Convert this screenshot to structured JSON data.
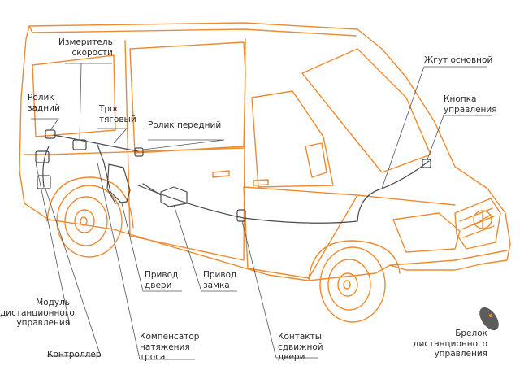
{
  "labels": {
    "speedometer": "Измеритель\nскорости",
    "rear_roller": "Ролик\nзадний",
    "traction_cable": "Трос\nтяговый",
    "front_roller": "Ролик передний",
    "main_harness": "Жгут основной",
    "control_button": "Кнопка\nуправления",
    "door_drive": "Привод\nдвери",
    "lock_drive": "Привод\nзамка",
    "remote_module": "Модуль\nдистанционного\nуправления",
    "cable_tensioner": "Компенсатор\nнатяжения\nтроса",
    "controller": "Контроллер",
    "sliding_door_contacts": "Контакты\nсдвижной\nдвери",
    "key_fob": "Брелок\nдистанционного\nуправления"
  },
  "colors": {
    "van_outline": "#ee8a2f",
    "components": "#4a4a4a",
    "leader_lines": "#555555",
    "text": "#2b2b2b"
  }
}
